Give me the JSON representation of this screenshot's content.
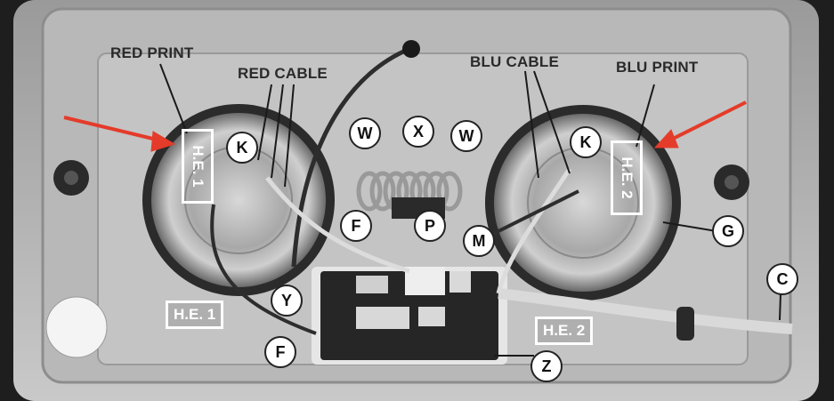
{
  "labels": {
    "red_print": "RED PRINT",
    "red_cable": "RED CABLE",
    "blu_cable": "BLU CABLE",
    "blu_print": "BLU PRINT",
    "he1_vertical": "H.E. 1",
    "he2_vertical": "H.E. 2",
    "he1_box": "H.E. 1",
    "he2_box": "H.E. 2"
  },
  "markers": {
    "k_left": "K",
    "k_right": "K",
    "w_left": "W",
    "x": "X",
    "w_right": "W",
    "f_top": "F",
    "p": "P",
    "m": "M",
    "g": "G",
    "c": "C",
    "y": "Y",
    "f_bottom": "F",
    "z": "Z"
  },
  "colors": {
    "arrow": "#e53b2a",
    "box_border": "#ffffff"
  }
}
